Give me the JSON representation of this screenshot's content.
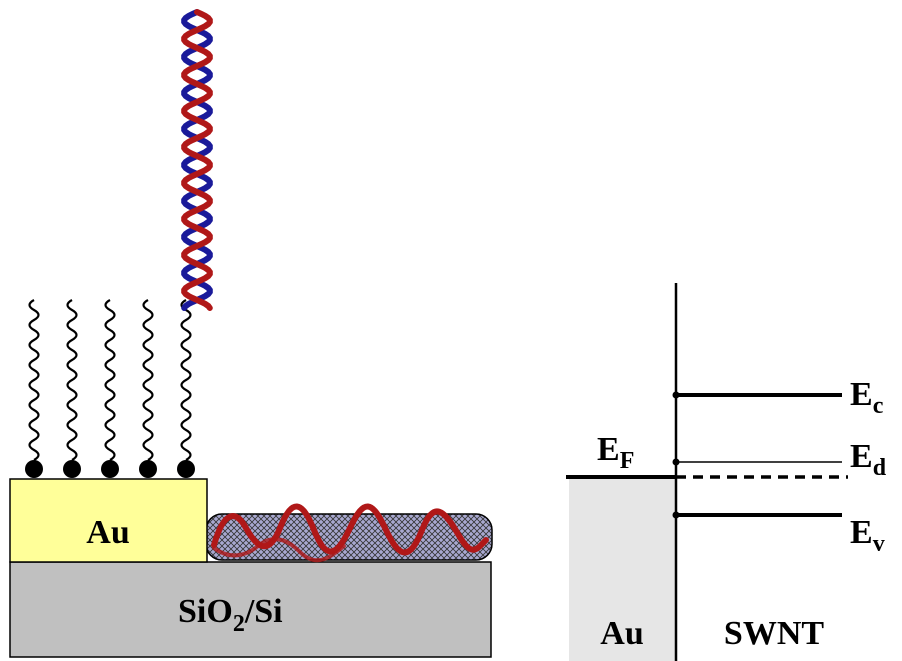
{
  "left_panel": {
    "electrode_label": "Au",
    "substrate_label": {
      "main": "SiO",
      "subscript": "2",
      "suffix": "/Si"
    }
  },
  "right_panel": {
    "fermi_label": {
      "main": "E",
      "subscript": "F"
    },
    "levels": [
      {
        "main": "E",
        "subscript": "c"
      },
      {
        "main": "E",
        "subscript": "d"
      },
      {
        "main": "E",
        "subscript": "v"
      }
    ],
    "metal_label": "Au",
    "nanotube_label": "SWNT"
  },
  "colors": {
    "gold_pad": "#ffff99",
    "substrate": "#c0c0c0",
    "dna_strand_a": "#b01818",
    "dna_strand_b": "#1a1a9a",
    "nanotube_fill": "#9a9ac8",
    "au_region": "#e6e6e6"
  }
}
